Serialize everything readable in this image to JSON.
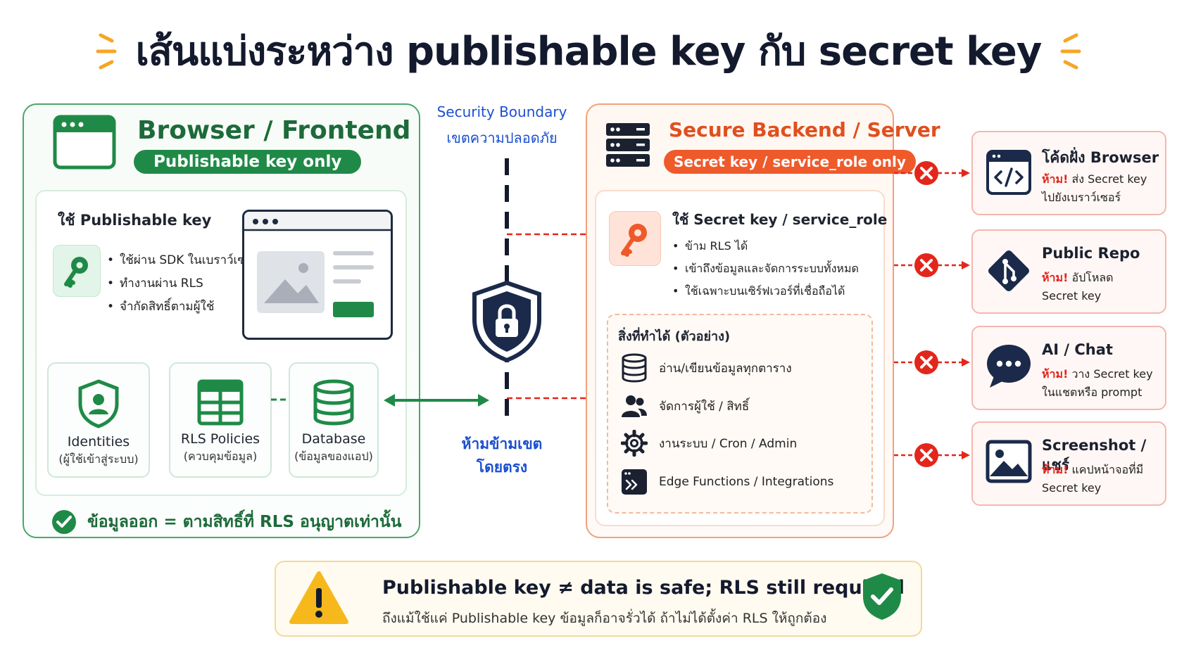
{
  "title": "เส้นแบ่งระหว่าง publishable key กับ secret key",
  "frontend": {
    "title": "Browser / Frontend",
    "pill": "Publishable key only",
    "subtitle": "ใช้ Publishable key",
    "bullets": [
      "ใช้ผ่าน SDK ในเบราว์เซอร์",
      "ทำงานผ่าน RLS",
      "จำกัดสิทธิ์ตามผู้ใช้"
    ],
    "cards": [
      {
        "label": "Identities",
        "sub": "(ผู้ใช้เข้าสู่ระบบ)",
        "icon": "shield-user-icon"
      },
      {
        "label": "RLS Policies",
        "sub": "(ควบคุมข้อมูล)",
        "icon": "table-icon"
      },
      {
        "label": "Database",
        "sub": "(ข้อมูลของแอป)",
        "icon": "database-icon"
      }
    ],
    "footer": "ข้อมูลออก = ตามสิทธิ์ที่ RLS อนุญาตเท่านั้น"
  },
  "boundary": {
    "label_en": "Security Boundary",
    "label_th": "เขตความปลอดภัย",
    "no_cross_1": "ห้ามข้ามเขต",
    "no_cross_2": "โดยตรง"
  },
  "backend": {
    "title": "Secure Backend / Server",
    "pill": "Secret key / service_role only",
    "subtitle": "ใช้ Secret key / service_role",
    "bullets": [
      "ข้าม RLS ได้",
      "เข้าถึงข้อมูลและจัดการระบบทั้งหมด",
      "ใช้เฉพาะบนเซิร์ฟเวอร์ที่เชื่อถือได้"
    ],
    "capabilities_title": "สิ่งที่ทำได้ (ตัวอย่าง)",
    "capabilities": [
      {
        "label": "อ่าน/เขียนข้อมูลทุกตาราง",
        "icon": "database-icon"
      },
      {
        "label": "จัดการผู้ใช้ / สิทธิ์",
        "icon": "users-icon"
      },
      {
        "label": "งานระบบ / Cron / Admin",
        "icon": "gear-icon"
      },
      {
        "label": "Edge Functions / Integrations",
        "icon": "terminal-icon"
      }
    ]
  },
  "forbidden": [
    {
      "title": "โค้ดฝั่ง Browser",
      "warn": "ห้าม!",
      "line1": " ส่ง Secret key",
      "line2": "ไปยังเบราว์เซอร์",
      "icon": "code-window-icon"
    },
    {
      "title": "Public Repo",
      "warn": "ห้าม!",
      "line1": " อัปโหลด",
      "line2": "Secret key",
      "icon": "git-icon"
    },
    {
      "title": "AI / Chat",
      "warn": "ห้าม!",
      "line1": " วาง Secret key",
      "line2": "ในแชตหรือ prompt",
      "icon": "chat-icon"
    },
    {
      "title": "Screenshot / แชร์",
      "warn": "ห้าม!",
      "line1": " แคปหน้าจอที่มี",
      "line2": "Secret key",
      "icon": "image-icon"
    }
  ],
  "footer": {
    "main": "Publishable key ≠ data is safe; RLS still required",
    "sub": "ถึงแม้ใช้แค่ Publishable key ข้อมูลก็อาจรั่วได้ ถ้าไม่ได้ตั้งค่า RLS ให้ถูกต้อง"
  },
  "colors": {
    "green": "#1f8a47",
    "orange": "#ef5a2b",
    "red": "#e3261b",
    "blue": "#1c4fd0",
    "navy": "#1b2a4a",
    "amber": "#f6b81b"
  }
}
